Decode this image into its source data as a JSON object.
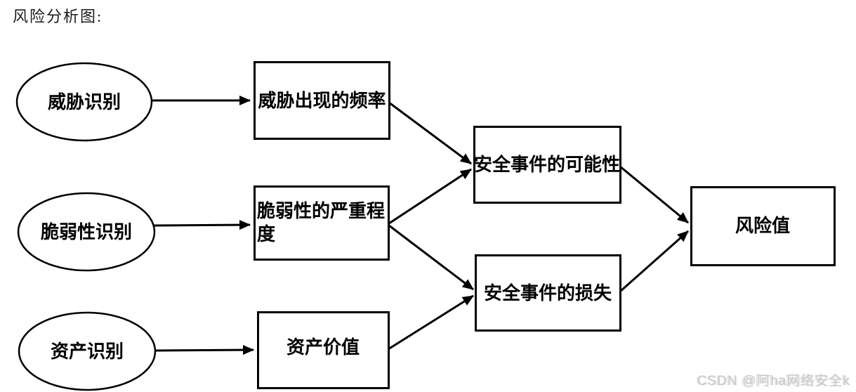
{
  "page": {
    "title": "风险分析图:",
    "watermark": "CSDN @阿ha网络安全k",
    "background_color": "#ffffff",
    "line_color": "#000000"
  },
  "diagram": {
    "type": "flowchart",
    "nodes": [
      {
        "id": "threat-identification",
        "shape": "ellipse",
        "label": "威胁识别"
      },
      {
        "id": "vulnerability-identification",
        "shape": "ellipse",
        "label": "脆弱性识别"
      },
      {
        "id": "asset-identification",
        "shape": "ellipse",
        "label": "资产识别"
      },
      {
        "id": "threat-frequency",
        "shape": "rect",
        "label": "威胁出现的频率"
      },
      {
        "id": "vulnerability-severity",
        "shape": "rect",
        "label": "脆弱性的严重程度"
      },
      {
        "id": "asset-value",
        "shape": "rect",
        "label": "资产价值"
      },
      {
        "id": "incident-likelihood",
        "shape": "rect",
        "label": "安全事件的可能性"
      },
      {
        "id": "incident-loss",
        "shape": "rect",
        "label": "安全事件的损失"
      },
      {
        "id": "risk-value",
        "shape": "rect",
        "label": "风险值"
      }
    ],
    "edges": [
      {
        "from": "威胁识别",
        "to": "威胁出现的频率"
      },
      {
        "from": "脆弱性识别",
        "to": "脆弱性的严重程度"
      },
      {
        "from": "资产识别",
        "to": "资产价值"
      },
      {
        "from": "威胁出现的频率",
        "to": "安全事件的可能性"
      },
      {
        "from": "脆弱性的严重程度",
        "to": "安全事件的可能性"
      },
      {
        "from": "脆弱性的严重程度",
        "to": "安全事件的损失"
      },
      {
        "from": "资产价值",
        "to": "安全事件的损失"
      },
      {
        "from": "安全事件的可能性",
        "to": "风险值"
      },
      {
        "from": "安全事件的损失",
        "to": "风险值"
      }
    ]
  }
}
